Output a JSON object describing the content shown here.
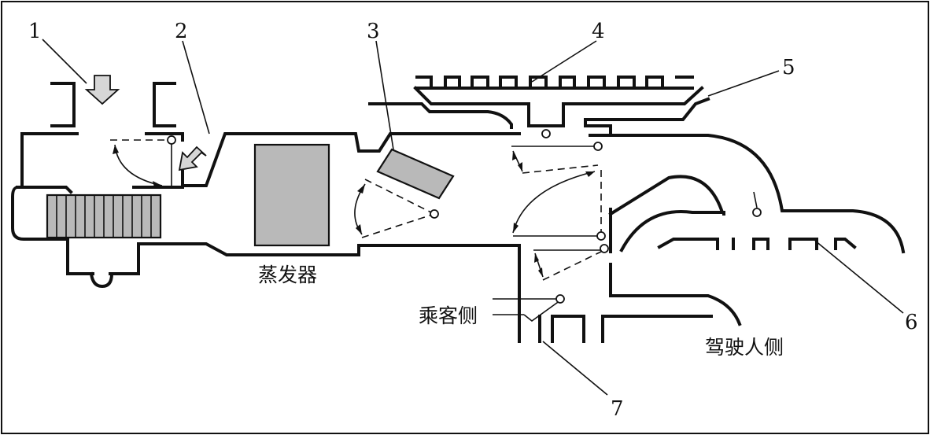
{
  "labels": {
    "n1": "1",
    "n2": "2",
    "n3": "3",
    "n4": "4",
    "n5": "5",
    "n6": "6",
    "n7": "7"
  },
  "captions": {
    "evaporator": "蒸发器",
    "passenger_side": "乘客侧",
    "driver_side": "驾驶人侧"
  },
  "colors": {
    "line": "#111111",
    "component_fill": "#b9b9b9",
    "arrow_fill": "#d6d6d6",
    "background": "#ffffff"
  }
}
